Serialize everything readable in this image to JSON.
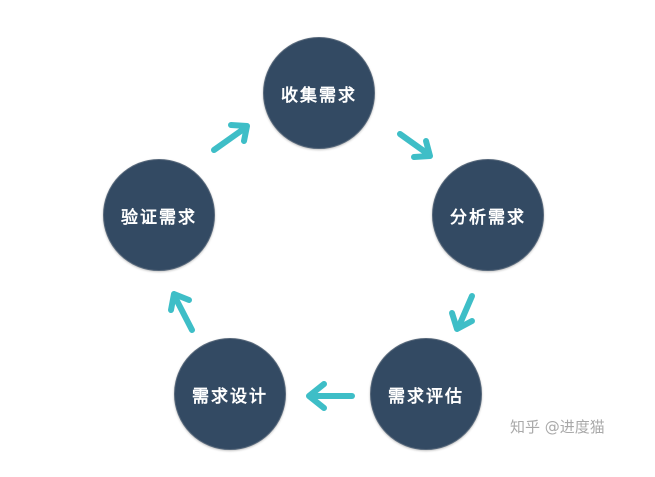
{
  "diagram": {
    "nodes": {
      "collect": "收集需求",
      "analyze": "分析需求",
      "evaluate": "需求评估",
      "design": "需求设计",
      "verify": "验证需求"
    }
  },
  "colors": {
    "node_fill": "#334a63",
    "arrow": "#3ebec7",
    "watermark": "#a9a9a9"
  },
  "watermark": "知乎 @进度猫"
}
